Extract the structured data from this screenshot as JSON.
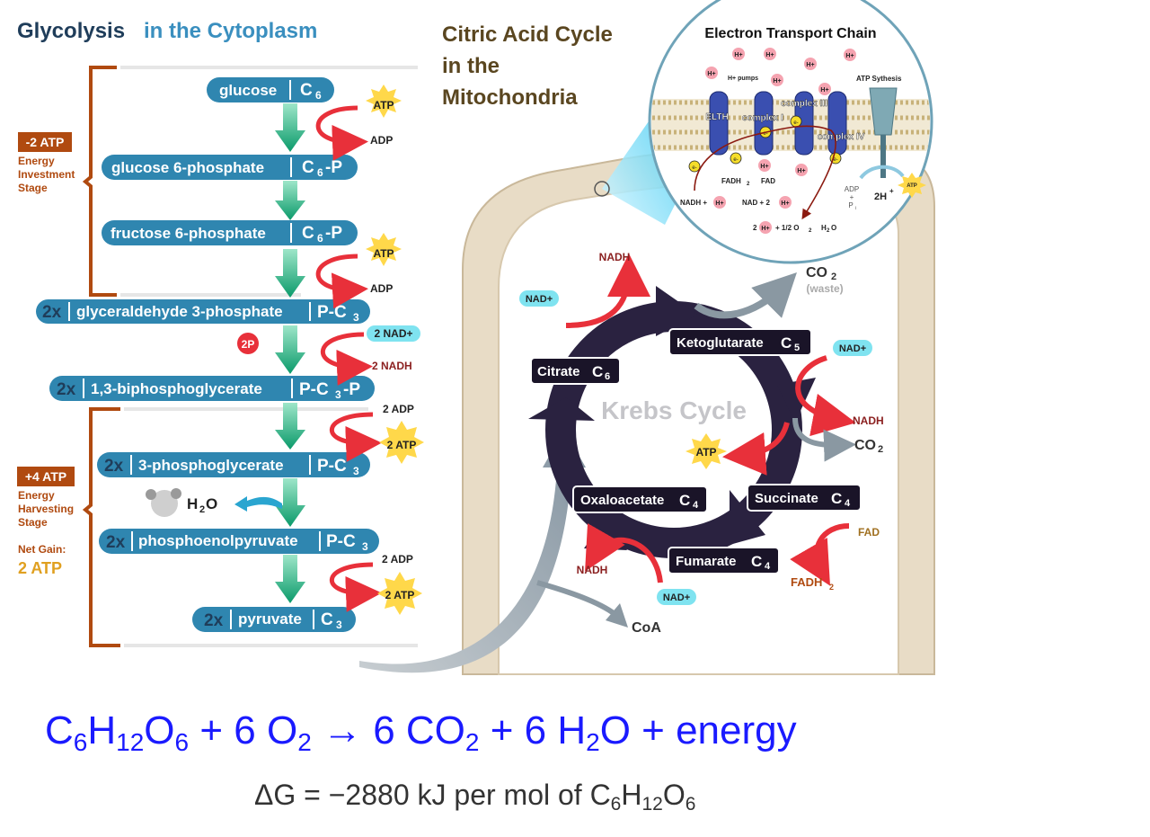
{
  "glycolysis": {
    "title_part1": "Glycolysis",
    "title_part2": "in the Cytoplasm",
    "investment": {
      "badge": "-2 ATP",
      "label": [
        "Energy",
        "Investment",
        "Stage"
      ]
    },
    "harvesting": {
      "badge": "+4 ATP",
      "label": [
        "Energy",
        "Harvesting",
        "Stage"
      ]
    },
    "net_gain_label": "Net Gain:",
    "net_gain_value": "2 ATP",
    "steps": [
      {
        "mult": "",
        "name": "glucose",
        "carbon": "C",
        "sub": "6",
        "suffix": ""
      },
      {
        "mult": "",
        "name": "glucose 6-phosphate",
        "carbon": "C",
        "sub": "6",
        "suffix": "-P"
      },
      {
        "mult": "",
        "name": "fructose 6-phosphate",
        "carbon": "C",
        "sub": "6",
        "suffix": "-P"
      },
      {
        "mult": "2x",
        "name": "glyceraldehyde 3-phosphate",
        "carbon": "P-C",
        "sub": "3",
        "suffix": ""
      },
      {
        "mult": "2x",
        "name": "1,3-biphosphoglycerate",
        "carbon": "P-C",
        "sub": "3",
        "suffix": "-P"
      },
      {
        "mult": "2x",
        "name": "3-phosphoglycerate",
        "carbon": "P-C",
        "sub": "3",
        "suffix": ""
      },
      {
        "mult": "2x",
        "name": "phosphoenolpyruvate",
        "carbon": "P-C",
        "sub": "3",
        "suffix": ""
      },
      {
        "mult": "2x",
        "name": "pyruvate",
        "carbon": "C",
        "sub": "3",
        "suffix": ""
      }
    ],
    "atp": "ATP",
    "adp": "ADP",
    "two_p": "2P",
    "two_nad": "2 NAD+",
    "two_nadh": "2 NADH",
    "two_adp": "2 ADP",
    "two_atp": "2 ATP",
    "water": {
      "h": "H",
      "sub": "2",
      "o": "O"
    }
  },
  "citric": {
    "title": [
      "Citric Acid Cycle",
      "in the",
      "Mitochondria"
    ],
    "krebs_label": "Krebs Cycle",
    "nodes": [
      {
        "name": "Citrate",
        "carbon": "C",
        "sub": "6"
      },
      {
        "name": "Ketoglutarate",
        "carbon": "C",
        "sub": "5"
      },
      {
        "name": "Succinate",
        "carbon": "C",
        "sub": "4"
      },
      {
        "name": "Fumarate",
        "carbon": "C",
        "sub": "4"
      },
      {
        "name": "Oxaloacetate",
        "carbon": "C",
        "sub": "4"
      }
    ],
    "nad_plus": "NAD+",
    "nadh": "NADH",
    "co2": "CO",
    "co2_sub": "2",
    "waste": "(waste)",
    "atp": "ATP",
    "fad": "FAD",
    "fadh2": "FADH",
    "fadh2_sub": "2",
    "coa": "CoA"
  },
  "etc": {
    "title": "Electron Transport Chain",
    "hplus": "H+",
    "h_pumps": "H+ pumps",
    "atp_synthesis": "ATP Sythesis",
    "elth": "ELTH",
    "complex_i": "complex I",
    "complex_iii": "complex III",
    "complex_iv": "complex IV",
    "eminus": "e-",
    "fadh2": "FADH",
    "fad": "FAD",
    "nadh_plus": "NADH +",
    "nad_plus_2": "NAD +  2",
    "o2_eq": "+ 1/2 O",
    "h2o": "H",
    "two": "2",
    "adp": "ADP",
    "plus": "+",
    "pi": "P",
    "pi_sub": "i",
    "two_h_plus": "2H",
    "atp": "ATP"
  },
  "equation": {
    "main": [
      "C",
      "6",
      "H",
      "12",
      "O",
      "6",
      " + 6 O",
      "2",
      "  → 6 CO",
      "2",
      " + 6 H",
      "2",
      "O + energy"
    ],
    "delta_g": [
      "ΔG = −2880 kJ per mol of C",
      "6",
      "H",
      "12",
      "O",
      "6"
    ]
  },
  "colors": {
    "pill": "#2f86b0",
    "pill_dark": "#1f3d5a",
    "arrow_green": "#17a37a",
    "atp_yellow": "#ffd84a",
    "bracket": "#b04a10",
    "krebs_ring": "#2a2240",
    "red_arrow": "#e8303a",
    "grey_arrow": "#8a98a2",
    "mito_wall": "#e6dac5",
    "nad_cyan": "#7fe3f0",
    "equation_blue": "#1a1aff"
  }
}
